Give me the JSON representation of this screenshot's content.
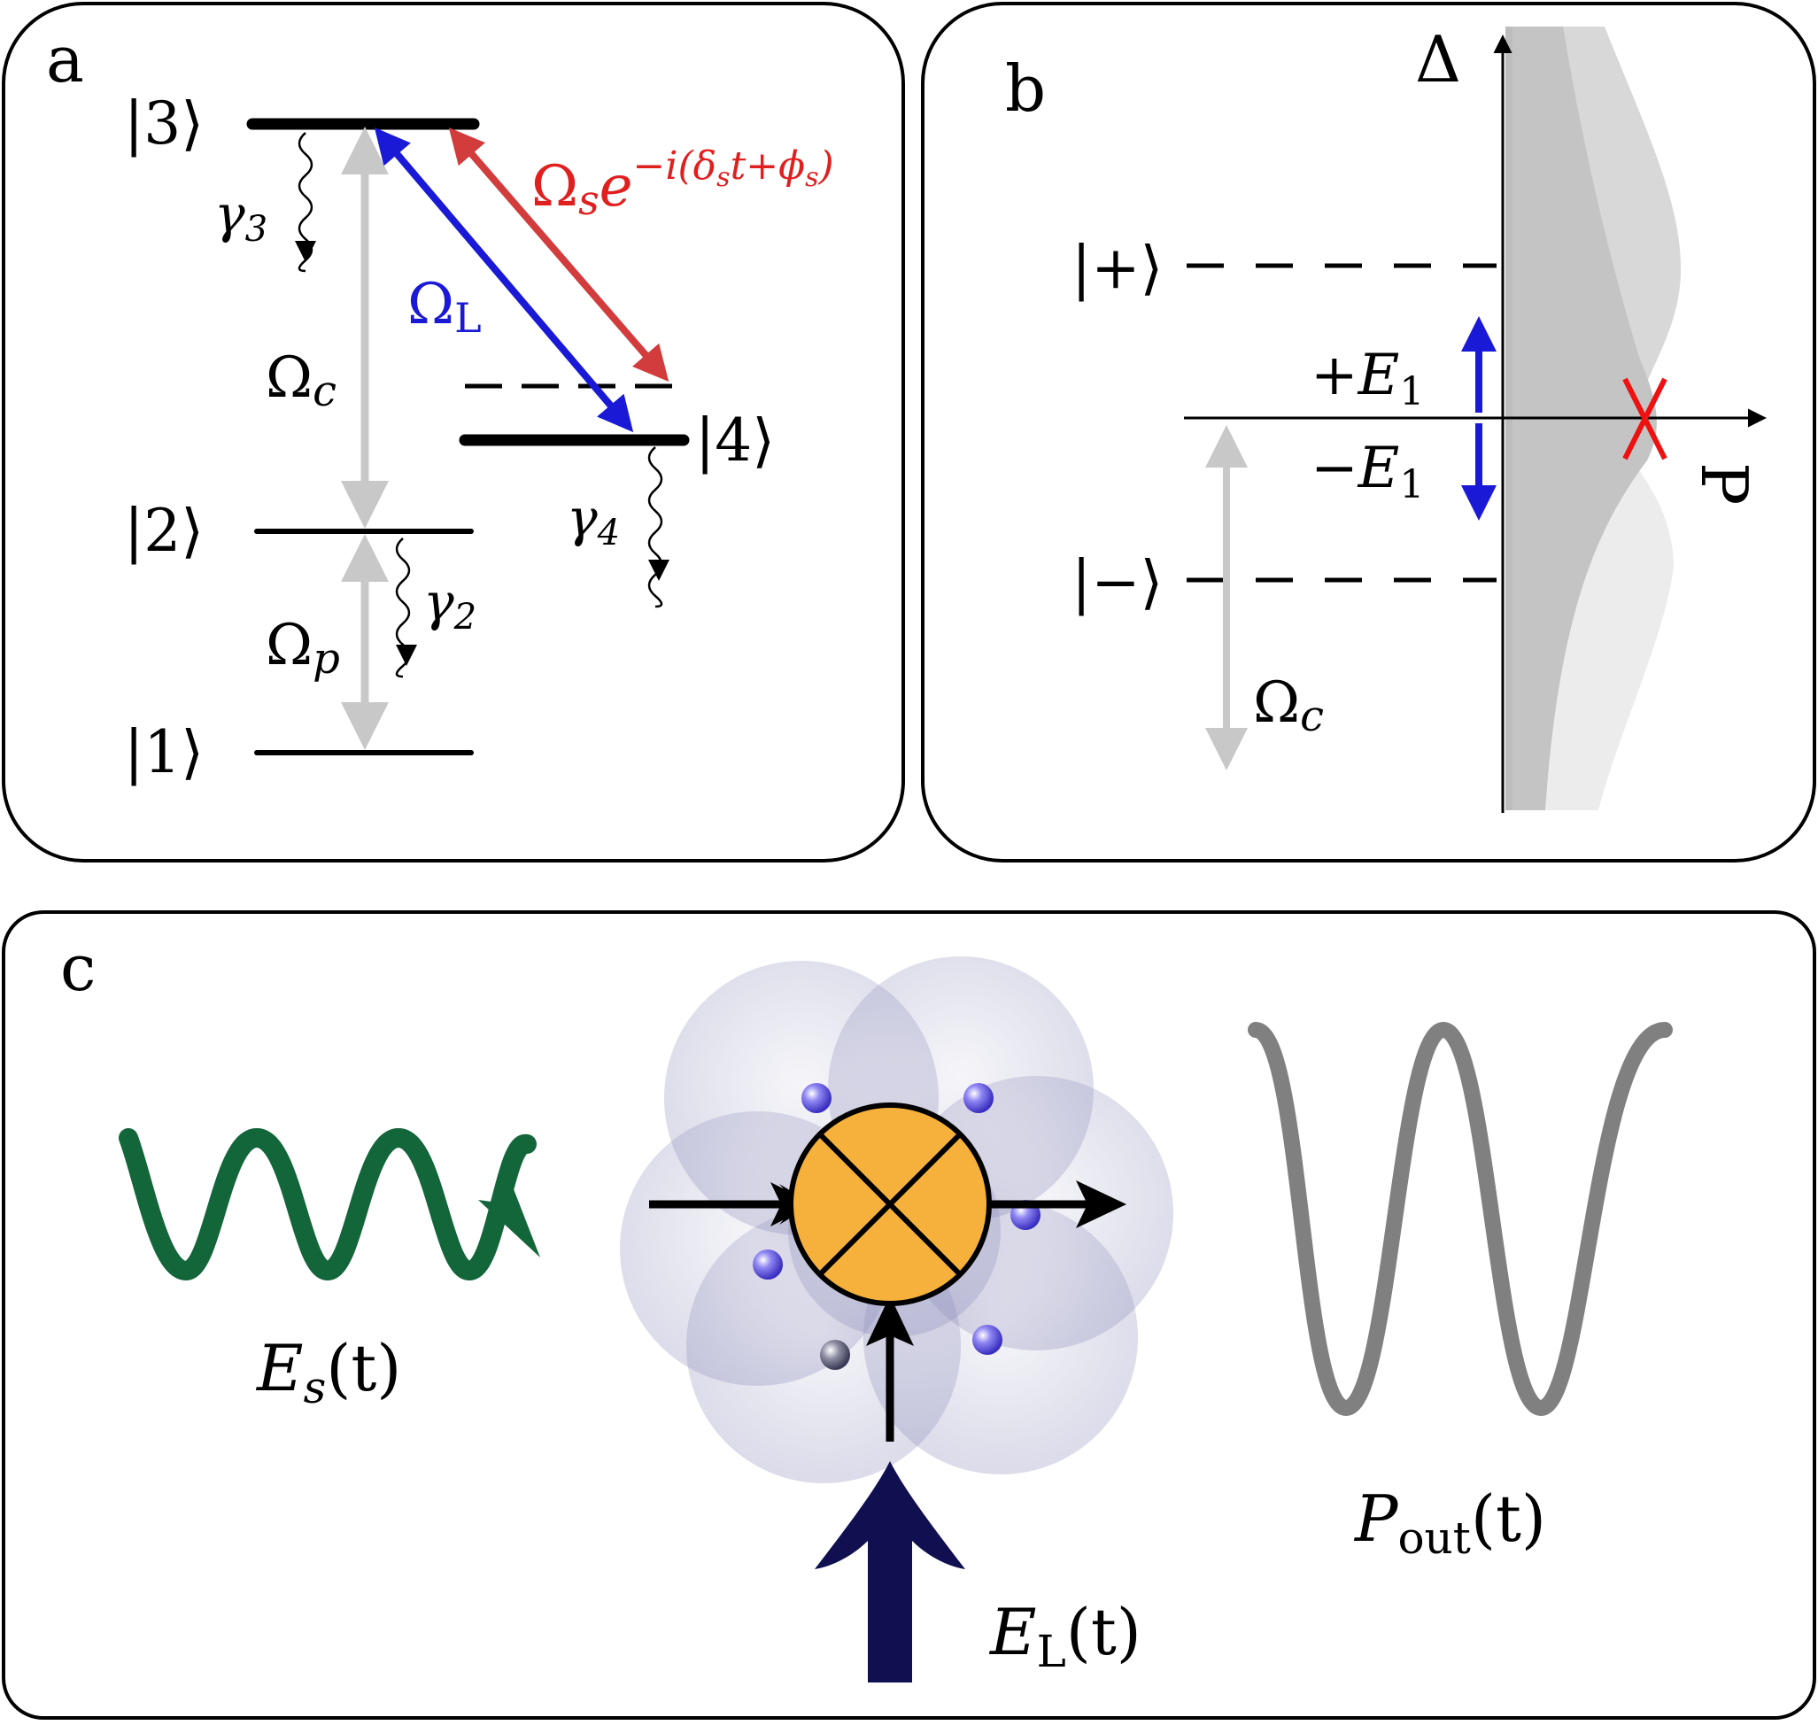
{
  "panel_a": {
    "letter": "a",
    "levels": {
      "l1": "|1⟩",
      "l2": "|2⟩",
      "l3": "|3⟩",
      "l4": "|4⟩"
    },
    "couplings": {
      "omega_c": {
        "sym": "Ω",
        "sub": "c"
      },
      "omega_p": {
        "sym": "Ω",
        "sub": "p"
      },
      "omega_L": {
        "sym": "Ω",
        "sub": "L"
      },
      "omega_s": {
        "sym": "Ω",
        "sub": "s",
        "exp": "e",
        "exp_sup": "−i(δ",
        "exp_sup_sub": "s",
        "exp_sup_mid": "t+ϕ",
        "exp_sup_sub2": "s",
        "exp_sup_end": ")"
      }
    },
    "decays": {
      "g3": {
        "sym": "γ",
        "sub": "3"
      },
      "g2": {
        "sym": "γ",
        "sub": "2"
      },
      "g4": {
        "sym": "γ",
        "sub": "4"
      }
    },
    "colors": {
      "level": "#000000",
      "coupling": "#c8c8c8",
      "omega_L": "#1a1ad6",
      "omega_s": "#d23c3c"
    }
  },
  "panel_b": {
    "letter": "b",
    "axis_y": "Δ",
    "axis_x": "P",
    "plus_state": "|+⟩",
    "minus_state": "|−⟩",
    "plus_E": {
      "sign": "+",
      "sym": "E",
      "sub": "1"
    },
    "minus_E": {
      "sign": "−",
      "sym": "E",
      "sub": "1"
    },
    "omega_c": {
      "sym": "Ω",
      "sub": "c"
    },
    "colors": {
      "field_arrow": "#1a1ad6",
      "crossing": "#ee1111",
      "dark_fill": "#c4c4c4",
      "light_fill": "#ececec"
    }
  },
  "panel_c": {
    "letter": "c",
    "input": {
      "sym": "E",
      "sub": "s",
      "arg": "(t)"
    },
    "local": {
      "sym": "E",
      "sub": "L",
      "arg": "(t)"
    },
    "output": {
      "sym": "P",
      "sub": "out",
      "arg": "(t)"
    },
    "colors": {
      "input_wave": "#13653a",
      "output_wave": "#808080",
      "mixer": "#f6b13c",
      "local_arrow": "#101050",
      "cloud": "#8888b8",
      "atom": "#5a4fe0"
    }
  }
}
